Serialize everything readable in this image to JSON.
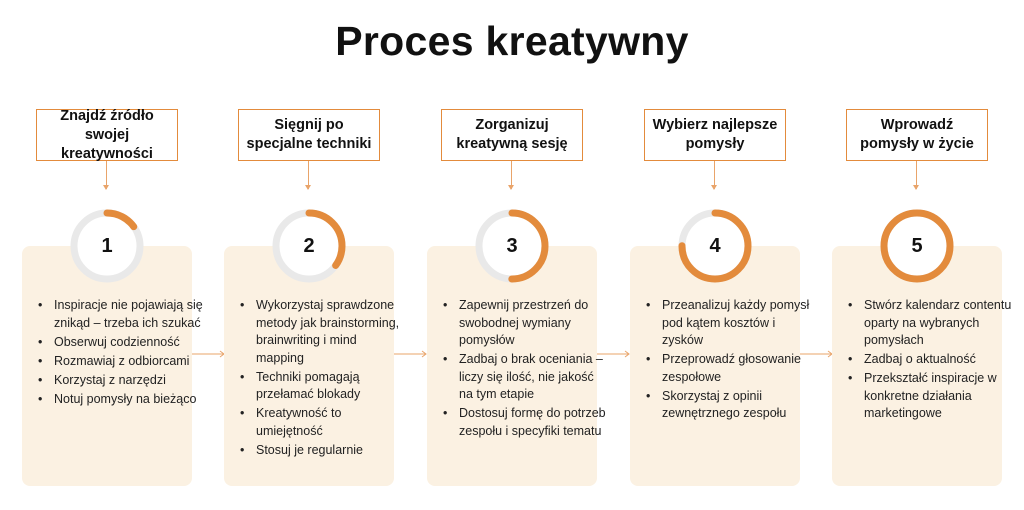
{
  "title": "Proces kreatywny",
  "colors": {
    "accent": "#e38b3c",
    "track": "#e9e9e9",
    "card": "#fbf1e2"
  },
  "steps": [
    {
      "number": "1",
      "label": "Znajdź źródło swojej kreatywności",
      "progress": 0.15,
      "points": [
        "Inspiracje nie pojawiają się znikąd – trzeba ich szukać",
        "Obserwuj codzienność",
        "Rozmawiaj z odbiorcami",
        "Korzystaj z narzędzi",
        "Notuj pomysły na bieżąco"
      ]
    },
    {
      "number": "2",
      "label": "Sięgnij po specjalne techniki",
      "progress": 0.35,
      "points": [
        "Wykorzystaj sprawdzone metody jak brainstorming, brainwriting i mind mapping",
        "Techniki pomagają przełamać blokady",
        "Kreatywność to umiejętność",
        "Stosuj je regularnie"
      ]
    },
    {
      "number": "3",
      "label": "Zorganizuj kreatywną sesję",
      "progress": 0.5,
      "points": [
        "Zapewnij przestrzeń do swobodnej wymiany pomysłów",
        "Zadbaj o brak oceniania – liczy się ilość, nie jakość na tym etapie",
        "Dostosuj formę do potrzeb zespołu i specyfiki tematu"
      ]
    },
    {
      "number": "4",
      "label": "Wybierz najlepsze pomysły",
      "progress": 0.75,
      "points": [
        "Przeanalizuj każdy pomysł pod kątem kosztów i zysków",
        "Przeprowadź głosowanie zespołowe",
        "Skorzystaj z opinii zewnętrznego zespołu"
      ]
    },
    {
      "number": "5",
      "label": "Wprowadź pomysły w życie",
      "progress": 1.0,
      "points": [
        "Stwórz kalendarz contentu oparty na wybranych pomysłach",
        "Zadbaj o aktualność",
        "Przekształć inspiracje w konkretne działania marketingowe"
      ]
    }
  ]
}
